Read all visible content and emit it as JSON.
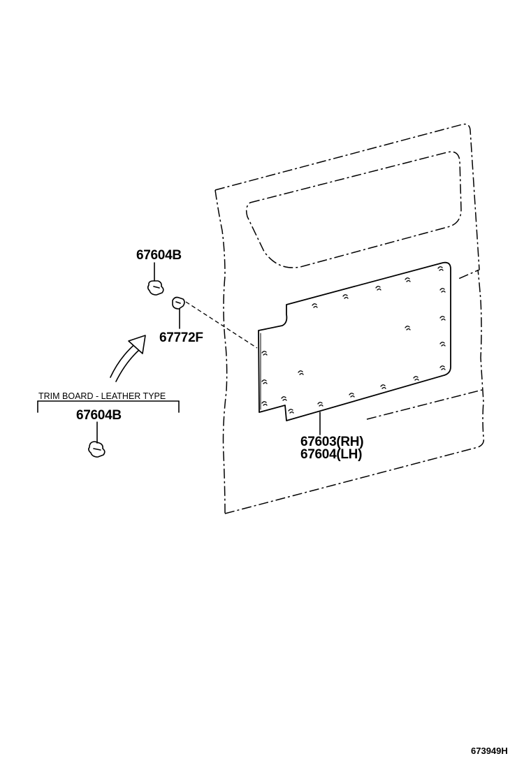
{
  "diagram": {
    "parts": {
      "clip_upper": "67604B",
      "clip_mid": "67772F",
      "clip_lower": "67604B",
      "panel_rh": "67603(RH)",
      "panel_lh": "67604(LH)"
    },
    "variant_note": "TRIM BOARD - LEATHER TYPE",
    "figure_ref": "673949H"
  },
  "icons": {
    "clip_upper": "push-clip-icon",
    "clip_mid": "push-clip-icon",
    "clip_lower": "push-clip-icon",
    "variant_arrow": "curved-arrow-icon"
  }
}
